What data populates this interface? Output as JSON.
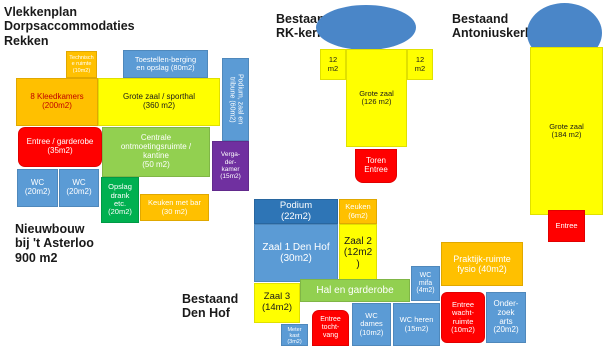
{
  "titles": {
    "vlekkenplan": "Vlekkenplan\nDorpsaccommodaties\nRekken",
    "rk_kerk": "Bestaand\nRK-kerk",
    "antonius": "Bestaand\nAntoniuskerk",
    "nieuwbouw": "Nieuwbouw\nbij 't Asterloo\n900 m2",
    "den_hof": "Bestaand\nDen Hof"
  },
  "nieuwbouw": {
    "technisch": "Technisch\ne ruimte\n(10m2)",
    "toestellen": "Toestellen-berging\nen opslag (80m2)",
    "podium": "Podium, zaal en\ntribune (60m2)",
    "kleedkamers": "8 Kleedkamers\n(200m2)",
    "grote_zaal": "Grote zaal / sporthal\n(360 m2)",
    "entree": "Entree / garderobe\n(35m2)",
    "centrale": "Centrale\nontmoetingsruimte /\nkantine\n(50 m2)",
    "vergader": "Verga-\nder-\nkamer\n(15m2)",
    "wc1": "WC\n(20m2)",
    "wc2": "WC\n(20m2)",
    "opslag": "Opslag\ndrank\netc.\n(20m2)",
    "keuken": "Keuken met bar\n(30 m2)"
  },
  "rk": {
    "m12_left": "12\nm2",
    "m12_right": "12\nm2",
    "grote_zaal": "Grote zaal\n(126 m2)",
    "toren": "Toren\nEntree"
  },
  "antonius": {
    "grote_zaal": "Grote zaal\n(184 m2)",
    "entree": "Entree"
  },
  "denhof": {
    "podium": "Podium\n(22m2)",
    "keuken": "Keuken\n(6m2)",
    "zaal1": "Zaal 1 Den Hof\n(30m2)",
    "zaal2": "Zaal 2\n(12m2\n)",
    "praktijk": "Praktijk-ruimte\nfysio (40m2)",
    "wc_mifa": "WC\nmifa\n(4m2)",
    "zaal3": "Zaal 3\n(14m2)",
    "hal": "Hal en garderobe",
    "entree_wacht": "Entree\nwacht-\nruimte\n(10m2)",
    "onderzoek": "Onder-\nzoek\narts\n(20m2)",
    "meterkast": "Meter\nkast\n(3m2)",
    "entree_tocht": "Entree\ntocht-\nvang",
    "wc_dames": "WC\ndames\n(10m2)",
    "wc_heren": "WC heren\n(15m2)"
  },
  "colors": {
    "yellow": "#ffff00",
    "orange": "#ffc000",
    "red": "#ff0000",
    "blue": "#5b9bd5",
    "darkblue": "#2e75b6",
    "green": "#92d050",
    "darkgreen": "#00b050",
    "purple": "#7030a0",
    "churchblue": "#4a86c8"
  }
}
